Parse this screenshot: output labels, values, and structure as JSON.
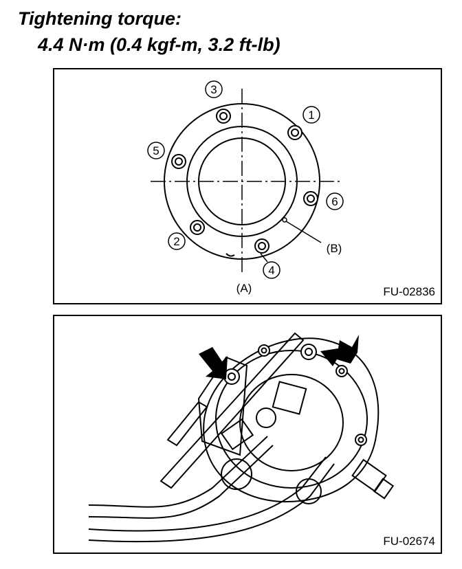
{
  "heading": {
    "line1": "Tightening torque:",
    "line2": "4.4 N·m (0.4 kgf-m, 3.2 ft-lb)"
  },
  "figure_top": {
    "code": "FU-02836",
    "bolt_numbers": [
      "1",
      "2",
      "3",
      "4",
      "5",
      "6"
    ],
    "label_a": "(A)",
    "label_b": "(B)"
  },
  "figure_bottom": {
    "code": "FU-02674"
  },
  "colors": {
    "ink": "#000000",
    "paper": "#ffffff"
  }
}
